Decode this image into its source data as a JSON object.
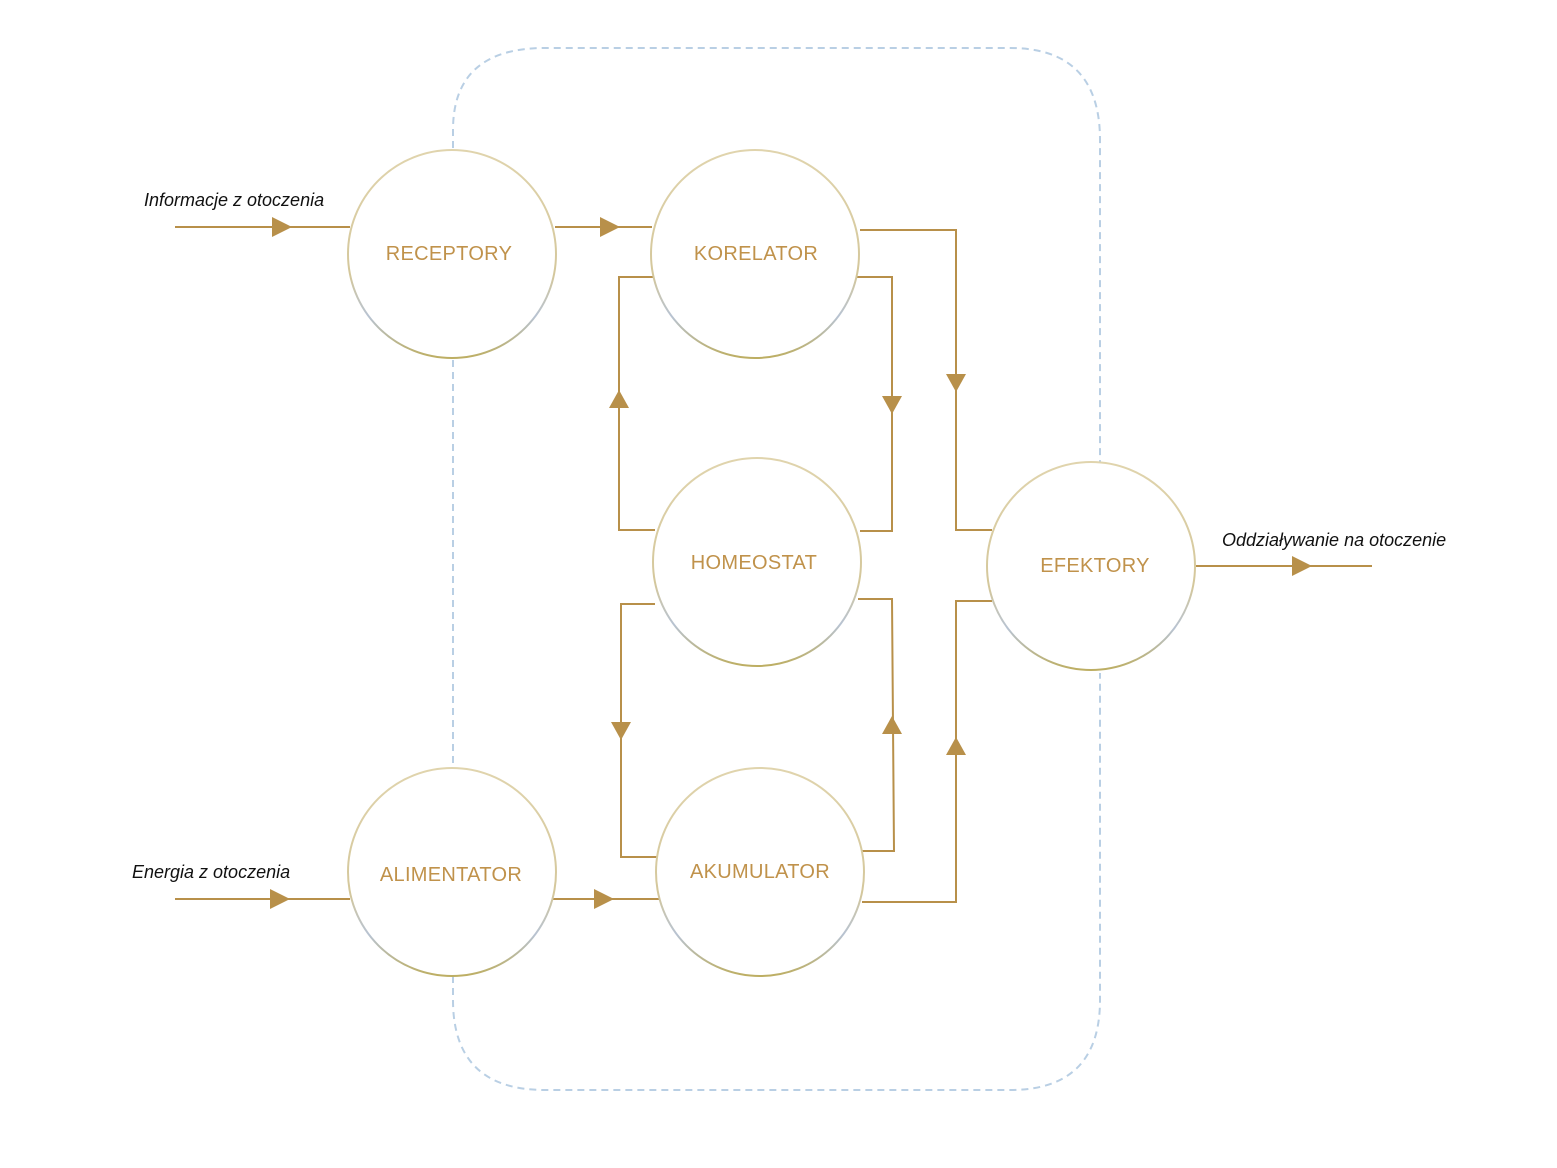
{
  "colors": {
    "flow": "#b8904a",
    "node_text": "#c0924b",
    "node_ring_top": "#dccfa8",
    "node_ring_bottom_left": "#b7c4d6",
    "node_ring_bottom_right": "#c0b066",
    "boundary": "#b9cfe4",
    "io_text": "#111111"
  },
  "nodes": {
    "receptory": "RECEPTORY",
    "korelator": "KORELATOR",
    "homeostat": "HOMEOSTAT",
    "efektory": "EFEKTORY",
    "alimentator": "ALIMENTATOR",
    "akumulator": "AKUMULATOR"
  },
  "io": {
    "info_in": "Informacje z otoczenia",
    "energy_in": "Energia z otoczenia",
    "output": "Oddziaływanie na otoczenie"
  }
}
